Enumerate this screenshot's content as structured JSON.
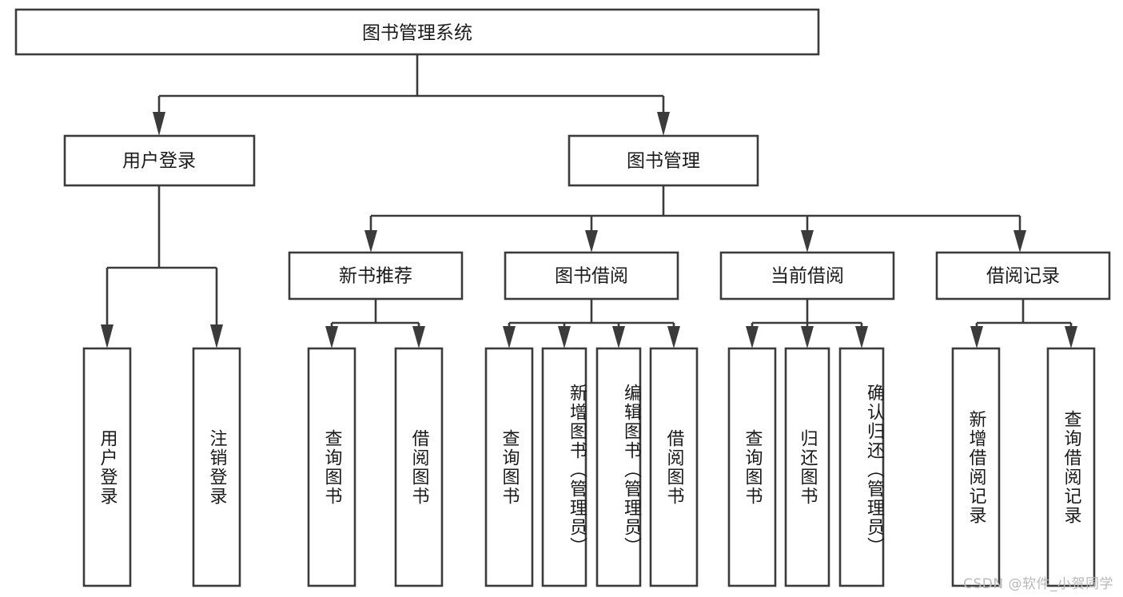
{
  "diagram": {
    "title": "图书管理系统",
    "type": "hierarchy-tree",
    "root": {
      "id": "root",
      "label": "图书管理系统",
      "orientation": "horizontal"
    },
    "level2": [
      {
        "id": "user-login",
        "label": "用户登录",
        "orientation": "horizontal"
      },
      {
        "id": "book-manage",
        "label": "图书管理",
        "orientation": "horizontal"
      }
    ],
    "level3": [
      {
        "id": "new-book-recommend",
        "label": "新书推荐",
        "parent": "book-manage",
        "orientation": "horizontal"
      },
      {
        "id": "book-borrow",
        "label": "图书借阅",
        "parent": "book-manage",
        "orientation": "horizontal"
      },
      {
        "id": "current-borrow",
        "label": "当前借阅",
        "parent": "book-manage",
        "orientation": "horizontal"
      },
      {
        "id": "borrow-record",
        "label": "借阅记录",
        "parent": "book-manage",
        "orientation": "horizontal"
      }
    ],
    "leaves": [
      {
        "id": "leaf-user-login",
        "label": "用户登录",
        "parent": "user-login",
        "orientation": "vertical"
      },
      {
        "id": "leaf-user-logout",
        "label": "注销登录",
        "parent": "user-login",
        "orientation": "vertical"
      },
      {
        "id": "leaf-query-book-1",
        "label": "查询图书",
        "parent": "new-book-recommend",
        "orientation": "vertical"
      },
      {
        "id": "leaf-borrow-book-1",
        "label": "借阅图书",
        "parent": "new-book-recommend",
        "orientation": "vertical"
      },
      {
        "id": "leaf-query-book-2",
        "label": "查询图书",
        "parent": "book-borrow",
        "orientation": "vertical"
      },
      {
        "id": "leaf-add-book",
        "label": "新增图书（管理员）",
        "parent": "book-borrow",
        "orientation": "vertical"
      },
      {
        "id": "leaf-edit-book",
        "label": "编辑图书（管理员）",
        "parent": "book-borrow",
        "orientation": "vertical"
      },
      {
        "id": "leaf-borrow-book-2",
        "label": "借阅图书",
        "parent": "book-borrow",
        "orientation": "vertical"
      },
      {
        "id": "leaf-query-book-3",
        "label": "查询图书",
        "parent": "current-borrow",
        "orientation": "vertical"
      },
      {
        "id": "leaf-return-book",
        "label": "归还图书",
        "parent": "current-borrow",
        "orientation": "vertical"
      },
      {
        "id": "leaf-confirm-return",
        "label": "确认归还（管理员）",
        "parent": "current-borrow",
        "orientation": "vertical"
      },
      {
        "id": "leaf-add-record",
        "label": "新增借阅记录",
        "parent": "borrow-record",
        "orientation": "vertical"
      },
      {
        "id": "leaf-query-record",
        "label": "查询借阅记录",
        "parent": "borrow-record",
        "orientation": "vertical"
      }
    ]
  },
  "watermark": {
    "text": "CSDN @软件_小贺同学"
  },
  "colors": {
    "stroke": "#3b3b3b",
    "fill": "#ffffff",
    "text": "#1a1a1a",
    "watermark": "#b9b9b9"
  }
}
